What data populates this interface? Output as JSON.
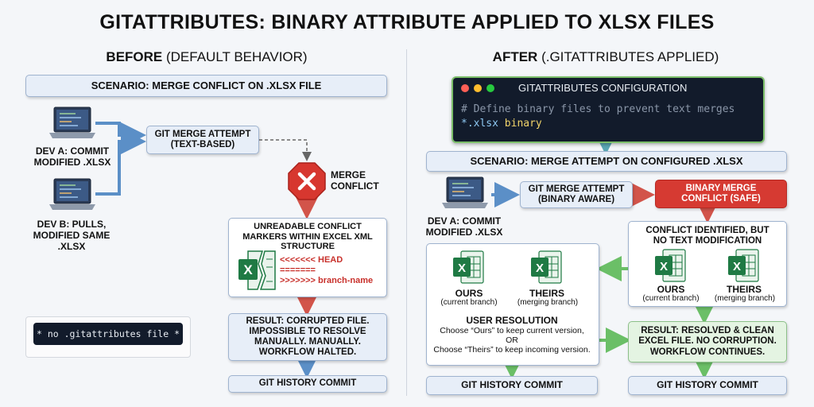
{
  "title": "GITATTRIBUTES: BINARY ATTRIBUTE APPLIED TO XLSX FILES",
  "before": {
    "heading_bold": "BEFORE",
    "heading_rest": " (DEFAULT BEHAVIOR)",
    "scenario": "SCENARIO: MERGE CONFLICT ON .XLSX FILE",
    "dev_a": "DEV A: COMMIT MODIFIED .XLSX",
    "dev_b": "DEV B: PULLS, MODIFIED SAME .XLSX",
    "merge_attempt": "GIT MERGE ATTEMPT (TEXT-BASED)",
    "merge_conflict": "MERGE CONFLICT",
    "unreadable": "UNREADABLE CONFLICT MARKERS WITHIN EXCEL XML STRUCTURE",
    "marker_head": "<<<<<<< HEAD",
    "marker_sep": "=======",
    "marker_branch": ">>>>>>> branch-name",
    "result": "RESULT: CORRUPTED FILE. IMPOSSIBLE TO RESOLVE MANUALLY. MANUALLY. WORKFLOW HALTED.",
    "history": "GIT HISTORY COMMIT",
    "no_file": "* no .gitattributes file *"
  },
  "after": {
    "heading_bold": "AFTER",
    "heading_rest": " (.GITATTRIBUTES APPLIED)",
    "terminal_title": "GITATTRIBUTES CONFIGURATION",
    "terminal_comment": "# Define binary files to prevent text merges",
    "terminal_pattern": "*.xlsx",
    "terminal_attr": "binary",
    "scenario": "SCENARIO: MERGE ATTEMPT ON CONFIGURED .XLSX",
    "dev_a": "DEV A: COMMIT MODIFIED .XLSX",
    "merge_attempt": "GIT MERGE ATTEMPT (BINARY AWARE)",
    "binary_conflict": "BINARY MERGE CONFLICT (SAFE)",
    "identified": "CONFLICT IDENTIFIED, BUT NO TEXT MODIFICATION",
    "ours": "OURS",
    "ours_sub": "(current branch)",
    "theirs": "THEIRS",
    "theirs_sub": "(merging branch)",
    "user_resolution": "USER RESOLUTION",
    "choose_ours": "Choose “Ours” to keep current version,",
    "or": "OR",
    "choose_theirs": "Choose “Theirs” to keep incoming version.",
    "result": "RESULT: RESOLVED & CLEAN EXCEL FILE. NO CORRUPTION. WORKFLOW CONTINUES.",
    "history_left": "GIT HISTORY COMMIT",
    "history_right": "GIT HISTORY COMMIT"
  },
  "colors": {
    "arrow_blue": "#5b8fc7",
    "arrow_red": "#d2544a",
    "arrow_green": "#6bbf67",
    "arrow_teal": "#5aa7b4",
    "excel_green": "#1f7a44",
    "conflict_red": "#c8302b"
  }
}
